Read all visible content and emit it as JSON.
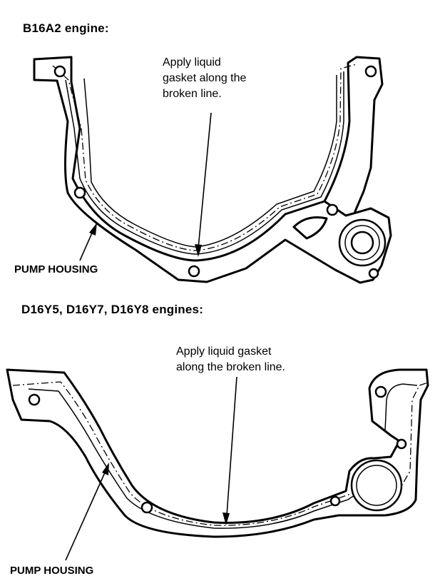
{
  "diagram_top": {
    "heading": "B16A2 engine:",
    "note": [
      "Apply liquid",
      "gasket along the",
      "broken line."
    ],
    "part_label": "PUMP HOUSING"
  },
  "diagram_bottom": {
    "heading": "D16Y5, D16Y7, D16Y8 engines:",
    "note": [
      "Apply liquid gasket",
      "along the broken line."
    ],
    "part_label": "PUMP HOUSING"
  }
}
